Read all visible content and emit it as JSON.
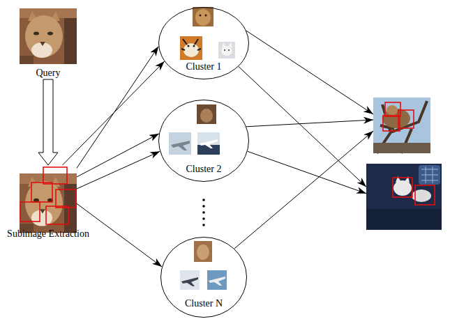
{
  "diagram": {
    "nodes": [
      {
        "text": [
          "Query"
        ]
      },
      {
        "text": [
          "Subimage Extraction"
        ]
      },
      {
        "text": [
          "Cluster 1"
        ]
      },
      {
        "text": [
          "Cluster 2"
        ]
      },
      {
        "text": [
          "Cluster N"
        ]
      },
      {
        "text": []
      },
      {
        "text": []
      }
    ],
    "edges": [
      {
        "from": 0,
        "to": 1,
        "arrow": "to"
      },
      {
        "from": 1,
        "to": 2,
        "arrow": "to"
      },
      {
        "from": 1,
        "to": 2,
        "arrow": "to"
      },
      {
        "from": 1,
        "to": 3,
        "arrow": "to"
      },
      {
        "from": 1,
        "to": 3,
        "arrow": "to"
      },
      {
        "from": 1,
        "to": 4,
        "arrow": "to"
      },
      {
        "from": 2,
        "to": 5,
        "arrow": "to"
      },
      {
        "from": 2,
        "to": 6,
        "arrow": "to"
      },
      {
        "from": 3,
        "to": 5,
        "arrow": "to"
      },
      {
        "from": 3,
        "to": 6,
        "arrow": "to"
      },
      {
        "from": 4,
        "to": 5,
        "arrow": "to"
      }
    ]
  }
}
